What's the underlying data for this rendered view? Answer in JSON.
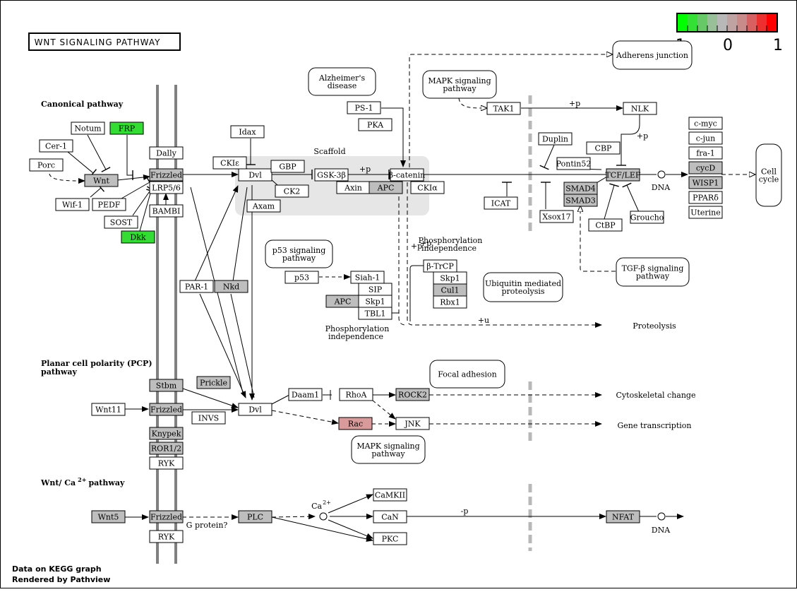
{
  "title": "WNT SIGNALING PATHWAY",
  "legend": {
    "labels": [
      "-1",
      "0",
      "1"
    ],
    "colors": [
      "#00ff00",
      "#33e033",
      "#66c866",
      "#99bf99",
      "#b8b8b8",
      "#bfa3a3",
      "#c98a8a",
      "#d96060",
      "#ec3030",
      "#ff0000"
    ]
  },
  "sections": {
    "canonical": "Canonical pathway",
    "pcp_1": "Planar cell polarity (PCP)",
    "pcp_2": "pathway",
    "ca_prefix": "Wnt/ Ca",
    "ca_sup": "2+",
    "ca_suffix": "pathway"
  },
  "colors": {
    "white": "#ffffff",
    "gray": "#bebebe",
    "green": "#33dd33",
    "pink": "#d89a9a"
  },
  "genes": [
    {
      "id": "notum",
      "label": "Notum",
      "fill": "#ffffff"
    },
    {
      "id": "frp",
      "label": "FRP",
      "fill": "#33dd33"
    },
    {
      "id": "cer1",
      "label": "Cer-1",
      "fill": "#ffffff"
    },
    {
      "id": "porc",
      "label": "Porc",
      "fill": "#ffffff"
    },
    {
      "id": "wnt",
      "label": "Wnt",
      "fill": "#bebebe"
    },
    {
      "id": "wif1",
      "label": "Wif-1",
      "fill": "#ffffff"
    },
    {
      "id": "pedf",
      "label": "PEDF",
      "fill": "#ffffff"
    },
    {
      "id": "sost",
      "label": "SOST",
      "fill": "#ffffff"
    },
    {
      "id": "dkk",
      "label": "Dkk",
      "fill": "#33dd33"
    },
    {
      "id": "dally",
      "label": "Dally",
      "fill": "#ffffff"
    },
    {
      "id": "frizzled1",
      "label": "Frizzled",
      "fill": "#bebebe"
    },
    {
      "id": "lrp56",
      "label": "LRP5/6",
      "fill": "#ffffff"
    },
    {
      "id": "bambi",
      "label": "BAMBI",
      "fill": "#ffffff"
    },
    {
      "id": "idax",
      "label": "Idax",
      "fill": "#ffffff"
    },
    {
      "id": "ckie",
      "label": "CKIε",
      "fill": "#ffffff"
    },
    {
      "id": "dvl1",
      "label": "Dvl",
      "fill": "#ffffff"
    },
    {
      "id": "gbp",
      "label": "GBP",
      "fill": "#ffffff"
    },
    {
      "id": "ck2",
      "label": "CK2",
      "fill": "#ffffff"
    },
    {
      "id": "axam",
      "label": "Axam",
      "fill": "#ffffff"
    },
    {
      "id": "gsk3b",
      "label": "GSK-3β",
      "fill": "#ffffff"
    },
    {
      "id": "axin",
      "label": "Axin",
      "fill": "#ffffff"
    },
    {
      "id": "apc1",
      "label": "APC",
      "fill": "#bebebe"
    },
    {
      "id": "bcat",
      "label": "β-catenin",
      "fill": "#ffffff"
    },
    {
      "id": "ckia",
      "label": "CKIα",
      "fill": "#ffffff"
    },
    {
      "id": "ps1",
      "label": "PS-1",
      "fill": "#ffffff"
    },
    {
      "id": "pka",
      "label": "PKA",
      "fill": "#ffffff"
    },
    {
      "id": "tak1",
      "label": "TAK1",
      "fill": "#ffffff"
    },
    {
      "id": "nlk",
      "label": "NLK",
      "fill": "#ffffff"
    },
    {
      "id": "duplin",
      "label": "Duplin",
      "fill": "#ffffff"
    },
    {
      "id": "cbp",
      "label": "CBP",
      "fill": "#ffffff"
    },
    {
      "id": "pontin52",
      "label": "Pontin52",
      "fill": "#ffffff"
    },
    {
      "id": "tcflef",
      "label": "TCF/LEF",
      "fill": "#bebebe"
    },
    {
      "id": "icat",
      "label": "ICAT",
      "fill": "#ffffff"
    },
    {
      "id": "smad4",
      "label": "SMAD4",
      "fill": "#bebebe"
    },
    {
      "id": "smad3",
      "label": "SMAD3",
      "fill": "#bebebe"
    },
    {
      "id": "xsox17",
      "label": "Xsox17",
      "fill": "#ffffff"
    },
    {
      "id": "ctbp",
      "label": "CtBP",
      "fill": "#ffffff"
    },
    {
      "id": "groucho",
      "label": "Groucho",
      "fill": "#ffffff"
    },
    {
      "id": "cmyc",
      "label": "c-myc",
      "fill": "#ffffff"
    },
    {
      "id": "cjun",
      "label": "c-jun",
      "fill": "#ffffff"
    },
    {
      "id": "fra1",
      "label": "fra-1",
      "fill": "#ffffff"
    },
    {
      "id": "cycd",
      "label": "cycD",
      "fill": "#bebebe"
    },
    {
      "id": "wisp1",
      "label": "WISP1",
      "fill": "#bebebe"
    },
    {
      "id": "ppard",
      "label": "PPARδ",
      "fill": "#ffffff"
    },
    {
      "id": "uterine",
      "label": "Uterine",
      "fill": "#ffffff"
    },
    {
      "id": "par1",
      "label": "PAR-1",
      "fill": "#ffffff"
    },
    {
      "id": "nkd",
      "label": "Nkd",
      "fill": "#bebebe"
    },
    {
      "id": "p53",
      "label": "p53",
      "fill": "#ffffff"
    },
    {
      "id": "siah1",
      "label": "Siah-1",
      "fill": "#ffffff"
    },
    {
      "id": "sip",
      "label": "SIP",
      "fill": "#ffffff"
    },
    {
      "id": "apc2",
      "label": "APC",
      "fill": "#bebebe"
    },
    {
      "id": "skp1a",
      "label": "Skp1",
      "fill": "#ffffff"
    },
    {
      "id": "tbl1",
      "label": "TBL1",
      "fill": "#ffffff"
    },
    {
      "id": "btrcp",
      "label": "β-TrCP",
      "fill": "#ffffff"
    },
    {
      "id": "skp1b",
      "label": "Skp1",
      "fill": "#ffffff"
    },
    {
      "id": "cul1",
      "label": "Cul1",
      "fill": "#bebebe"
    },
    {
      "id": "rbx1",
      "label": "Rbx1",
      "fill": "#ffffff"
    },
    {
      "id": "stbm",
      "label": "Stbm",
      "fill": "#bebebe"
    },
    {
      "id": "prickle",
      "label": "Prickle",
      "fill": "#bebebe"
    },
    {
      "id": "wnt11",
      "label": "Wnt11",
      "fill": "#ffffff"
    },
    {
      "id": "frizzled2",
      "label": "Frizzled",
      "fill": "#bebebe"
    },
    {
      "id": "invs",
      "label": "INVS",
      "fill": "#ffffff"
    },
    {
      "id": "dvl2",
      "label": "Dvl",
      "fill": "#ffffff"
    },
    {
      "id": "knypek",
      "label": "Knypek",
      "fill": "#bebebe"
    },
    {
      "id": "ror12",
      "label": "ROR1/2",
      "fill": "#bebebe"
    },
    {
      "id": "ryk1",
      "label": "RYK",
      "fill": "#ffffff"
    },
    {
      "id": "daam1",
      "label": "Daam1",
      "fill": "#ffffff"
    },
    {
      "id": "rhoa",
      "label": "RhoA",
      "fill": "#ffffff"
    },
    {
      "id": "rock2",
      "label": "ROCK2",
      "fill": "#bebebe"
    },
    {
      "id": "rac",
      "label": "Rac",
      "fill": "#d89a9a"
    },
    {
      "id": "jnk",
      "label": "JNK",
      "fill": "#ffffff"
    },
    {
      "id": "wnt5",
      "label": "Wnt5",
      "fill": "#bebebe"
    },
    {
      "id": "frizzled3",
      "label": "Frizzled",
      "fill": "#bebebe"
    },
    {
      "id": "ryk2",
      "label": "RYK",
      "fill": "#ffffff"
    },
    {
      "id": "plc",
      "label": "PLC",
      "fill": "#bebebe"
    },
    {
      "id": "camkii",
      "label": "CaMKII",
      "fill": "#ffffff"
    },
    {
      "id": "can",
      "label": "CaN",
      "fill": "#ffffff"
    },
    {
      "id": "pkc",
      "label": "PKC",
      "fill": "#ffffff"
    },
    {
      "id": "nfat",
      "label": "NFAT",
      "fill": "#bebebe"
    }
  ],
  "maps": [
    {
      "id": "adherens",
      "lines": [
        "Adherens junction"
      ]
    },
    {
      "id": "alzheimers",
      "lines": [
        "Alzheimer's",
        "disease"
      ]
    },
    {
      "id": "mapk1",
      "lines": [
        "MAPK signaling",
        "pathway"
      ]
    },
    {
      "id": "cellcycle",
      "lines": [
        "Cell",
        "cycle"
      ]
    },
    {
      "id": "p53sig",
      "lines": [
        "p53 signaling",
        "pathway"
      ]
    },
    {
      "id": "ubiquitin",
      "lines": [
        "Ubiquitin mediated",
        "proteolysis"
      ]
    },
    {
      "id": "tgfb",
      "lines": [
        "TGF-β signaling",
        "pathway"
      ]
    },
    {
      "id": "focal",
      "lines": [
        "Focal adhesion"
      ]
    },
    {
      "id": "mapk2",
      "lines": [
        "MAPK signaling",
        "pathway"
      ]
    }
  ],
  "notes": {
    "scaffold": "Scaffold",
    "phospho1_a": "Phosphorylation",
    "phospho1_b": "independence",
    "phospho2_a": "Phosphorylation",
    "phospho2_b": "independence",
    "proteolysis": "Proteolysis",
    "cytoskeletal": "Cytoskeletal change",
    "gene_transcription": "Gene transcription",
    "dna1": "DNA",
    "dna2": "DNA",
    "gprotein": "G protein?",
    "ca": "Ca",
    "ca_sup": "2+",
    "p_gsk": "+p",
    "p_tak": "+p",
    "p_nlk": "+p",
    "p_bcat": "+p",
    "p_trcp": "+p",
    "u_prot": "+u",
    "p_can": "-p"
  },
  "footer": {
    "line1": "Data on KEGG graph",
    "line2": "Rendered by Pathview"
  }
}
